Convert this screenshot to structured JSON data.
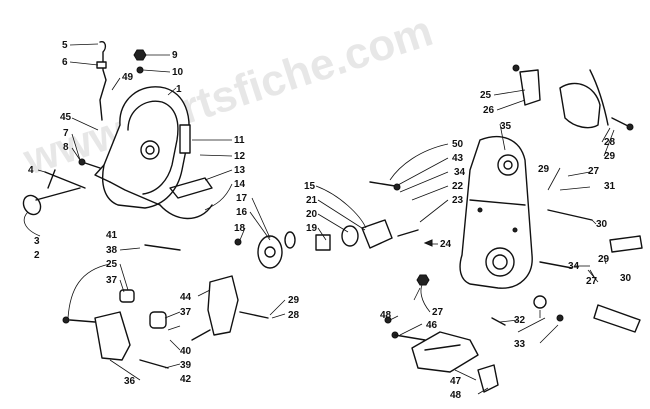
{
  "watermark": "www.partsfiche.com",
  "callouts": [
    "1",
    "2",
    "3",
    "4",
    "5",
    "6",
    "7",
    "8",
    "9",
    "10",
    "11",
    "12",
    "13",
    "14",
    "15",
    "16",
    "17",
    "18",
    "19",
    "20",
    "21",
    "22",
    "23",
    "24",
    "25",
    "26",
    "27",
    "28",
    "29",
    "30",
    "31",
    "32",
    "33",
    "34",
    "35",
    "36",
    "37",
    "38",
    "39",
    "40",
    "41",
    "42",
    "43",
    "44",
    "45",
    "46",
    "47",
    "48",
    "49",
    "50"
  ]
}
